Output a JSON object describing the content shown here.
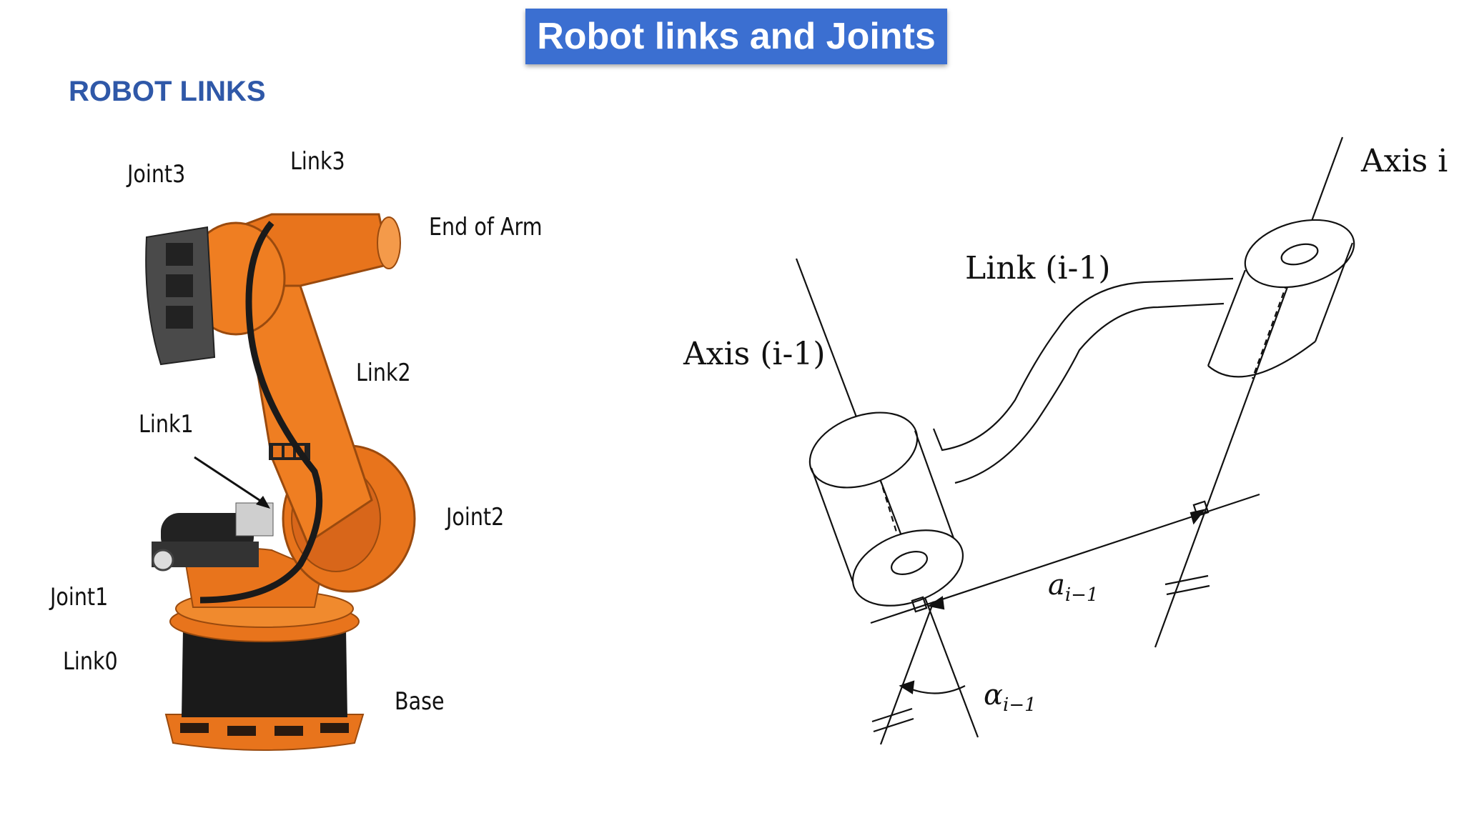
{
  "title": "Robot links and Joints",
  "section_heading": "ROBOT LINKS",
  "robot_photo_labels": {
    "joint3": "Joint3",
    "link3": "Link3",
    "end_of_arm": "End of Arm",
    "link2": "Link2",
    "link1": "Link1",
    "joint2": "Joint2",
    "joint1": "Joint1",
    "link0": "Link0",
    "base": "Base"
  },
  "diagram_labels": {
    "axis_i": "Axis i",
    "link_i_minus_1": "Link (i-1)",
    "axis_i_minus_1": "Axis (i-1)",
    "a_symbol": "a",
    "a_subscript": "i−1",
    "alpha_symbol": "α",
    "alpha_subscript": "i−1"
  },
  "colors": {
    "title_bg": "#3b6fd1",
    "heading": "#2f58a8",
    "robot_orange": "#e8741c"
  }
}
